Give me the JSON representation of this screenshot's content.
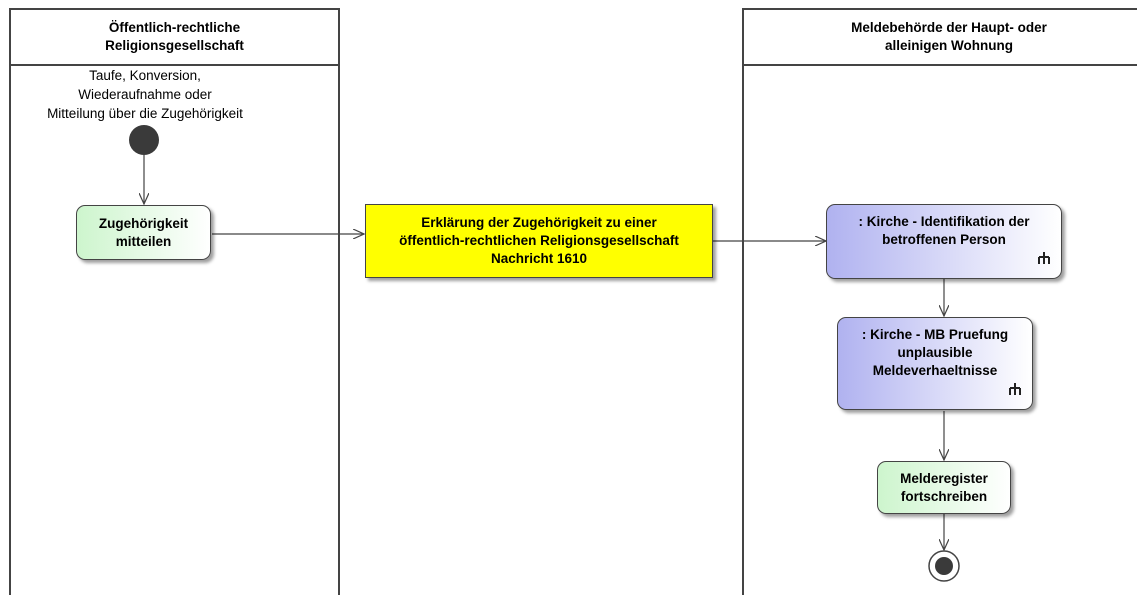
{
  "lanes": {
    "left": {
      "title_line1": "Öffentlich-rechtliche",
      "title_line2": "Religionsgesellschaft"
    },
    "right": {
      "title_line1": "Meldebehörde der Haupt- oder",
      "title_line2": "alleinigen Wohnung"
    }
  },
  "start": {
    "label_line1": "Taufe, Konversion,",
    "label_line2": "Wiederaufnahme oder",
    "label_line3": "Mitteilung über die Zugehörigkeit"
  },
  "nodes": {
    "mitteilen": {
      "line1": "Zugehörigkeit",
      "line2": "mitteilen"
    },
    "nachricht": {
      "line1": "Erklärung der Zugehörigkeit zu einer",
      "line2": "öffentlich-rechtlichen Religionsgesellschaft",
      "line3": "Nachricht 1610"
    },
    "identifikation": {
      "line1": ": Kirche - Identifikation der",
      "line2": "betroffenen Person",
      "icon": "rake-icon"
    },
    "pruefung": {
      "line1": ": Kirche - MB  Pruefung",
      "line2": "unplausible",
      "line3": "Meldeverhaeltnisse",
      "icon": "rake-icon"
    },
    "fortschreiben": {
      "line1": "Melderegister",
      "line2": "fortschreiben"
    }
  },
  "colors": {
    "object": "#ffff00",
    "action_green": "#cdf5cd",
    "action_blue": "#b0b2f0",
    "line": "#444444"
  }
}
